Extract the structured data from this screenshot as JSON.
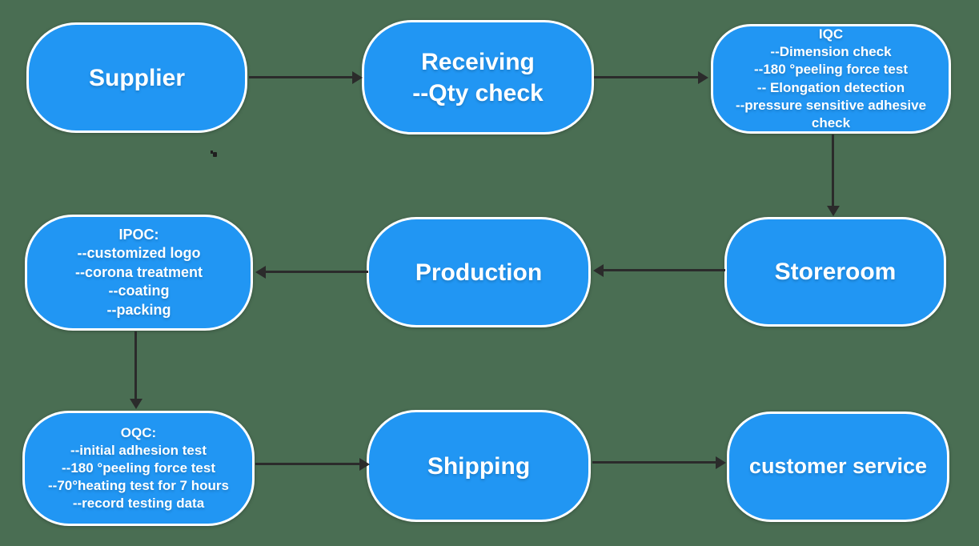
{
  "diagram": {
    "type": "flowchart",
    "background_color": "#4a6e53",
    "node_fill_color": "#2196f3",
    "node_border_color": "#ffffff",
    "node_text_color": "#ffffff",
    "arrow_color": "#2b2b2b",
    "nodes": [
      {
        "id": "supplier",
        "label": "Supplier"
      },
      {
        "id": "receiving",
        "label": "Receiving\n--Qty check"
      },
      {
        "id": "iqc",
        "label": "IQC\n--Dimension check\n--180 °peeling force test\n-- Elongation detection\n--pressure sensitive adhesive check"
      },
      {
        "id": "storeroom",
        "label": "Storeroom"
      },
      {
        "id": "production",
        "label": "Production"
      },
      {
        "id": "ipoc",
        "label": "IPOC:\n--customized logo\n--corona treatment\n--coating\n--packing"
      },
      {
        "id": "oqc",
        "label": "OQC:\n--initial adhesion test\n--180 °peeling force test\n--70°heating test for 7 hours\n--record testing data"
      },
      {
        "id": "shipping",
        "label": "Shipping"
      },
      {
        "id": "customer_service",
        "label": "customer service"
      }
    ],
    "edges": [
      {
        "from": "supplier",
        "to": "receiving",
        "direction": "right"
      },
      {
        "from": "receiving",
        "to": "iqc",
        "direction": "right"
      },
      {
        "from": "iqc",
        "to": "storeroom",
        "direction": "down"
      },
      {
        "from": "storeroom",
        "to": "production",
        "direction": "left"
      },
      {
        "from": "production",
        "to": "ipoc",
        "direction": "left"
      },
      {
        "from": "ipoc",
        "to": "oqc",
        "direction": "down"
      },
      {
        "from": "oqc",
        "to": "shipping",
        "direction": "right"
      },
      {
        "from": "shipping",
        "to": "customer_service",
        "direction": "right"
      }
    ]
  }
}
